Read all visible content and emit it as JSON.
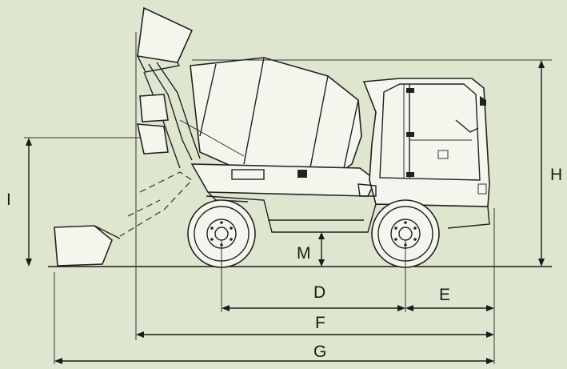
{
  "colors": {
    "background": "#dfe6cf",
    "line": "#1a1a1a",
    "vehicle_fill": "#f4f6ee"
  },
  "dimensions": {
    "H": "H",
    "I": "I",
    "M": "M",
    "D": "D",
    "E": "E",
    "F": "F",
    "G": "G"
  }
}
